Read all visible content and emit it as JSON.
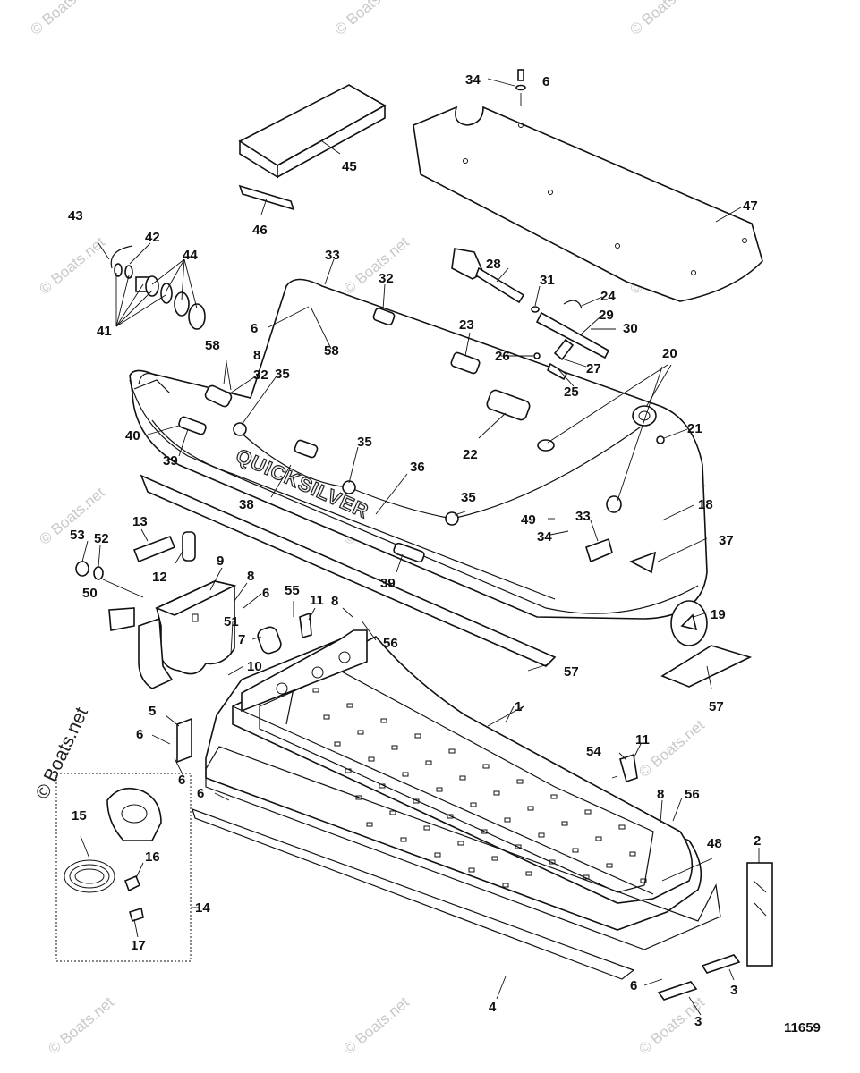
{
  "watermark": "© Boats.net",
  "side_watermark": "© Boats.net",
  "brand_text": "QUICKSILVER",
  "diagram_id": "11659",
  "callouts": [
    "1",
    "2",
    "3",
    "3",
    "4",
    "5",
    "6",
    "6",
    "6",
    "6",
    "6",
    "6",
    "6",
    "7",
    "8",
    "8",
    "8",
    "8",
    "9",
    "10",
    "11",
    "11",
    "12",
    "13",
    "14",
    "15",
    "16",
    "17",
    "18",
    "19",
    "20",
    "21",
    "22",
    "23",
    "24",
    "25",
    "26",
    "27",
    "28",
    "29",
    "30",
    "31",
    "32",
    "32",
    "33",
    "33",
    "34",
    "34",
    "35",
    "35",
    "35",
    "36",
    "37",
    "38",
    "39",
    "39",
    "40",
    "41",
    "42",
    "43",
    "44",
    "45",
    "46",
    "47",
    "48",
    "49",
    "50",
    "51",
    "52",
    "53",
    "54",
    "55",
    "56",
    "56",
    "57",
    "57",
    "58",
    "58"
  ]
}
